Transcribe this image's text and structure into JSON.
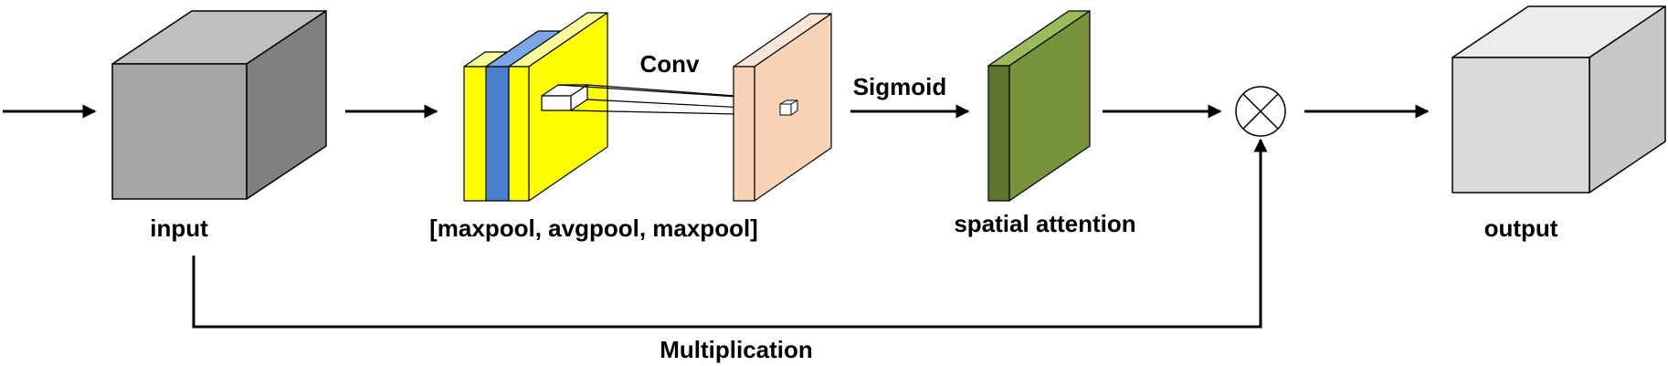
{
  "labels": {
    "input": "input",
    "pool": "[maxpool, avgpool, maxpool]",
    "conv": "Conv",
    "sigmoid": "Sigmoid",
    "spatial_attention": "spatial attention",
    "output": "output",
    "multiplication": "Multiplication"
  },
  "colors": {
    "input_cube": "#a6a6a6",
    "maxpool_slice": "#ffff00",
    "avgpool_slice": "#4a7fd0",
    "conv_slice": "#f8d3b6",
    "attention_slice": "#77933c",
    "output_cube": "#d9d9d9",
    "stroke": "#000000"
  },
  "icons": {
    "multiply_node": "circle-times-icon"
  }
}
